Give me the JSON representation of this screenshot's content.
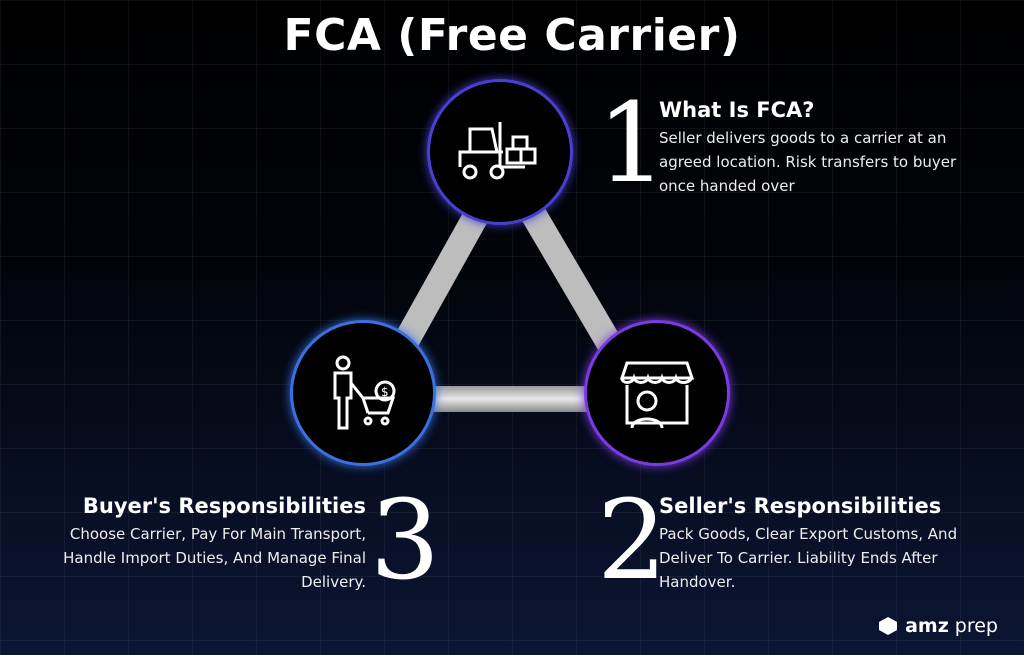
{
  "title": "FCA (Free Carrier)",
  "steps": [
    {
      "number": "1",
      "heading": "What Is FCA?",
      "text": "Seller delivers goods to a carrier at an agreed location. Risk transfers to buyer once handed over",
      "icon": "forklift-icon",
      "border": "#4a3fd0"
    },
    {
      "number": "2",
      "heading": "Seller's Responsibilities",
      "text": "Pack Goods, Clear Export Customs, And Deliver To Carrier. Liability Ends After Handover.",
      "icon": "storefront-seller-icon",
      "border": "#7a3be0"
    },
    {
      "number": "3",
      "heading": "Buyer's Responsibilities",
      "text": "Choose Carrier, Pay For Main Transport, Handle Import Duties, And Manage Final Delivery.",
      "icon": "buyer-cart-icon",
      "border": "#3a70e0"
    }
  ],
  "logo": {
    "brand_bold": "amz",
    "brand_light": "prep"
  }
}
